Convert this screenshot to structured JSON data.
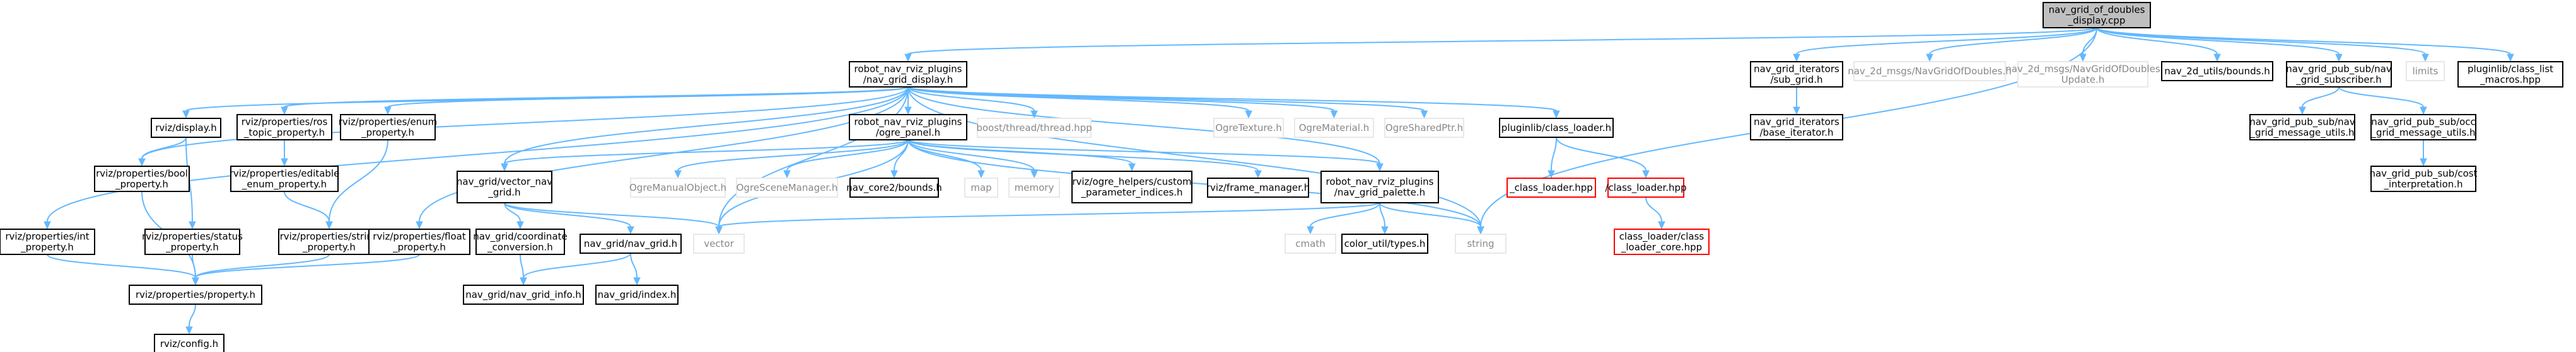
{
  "graph": {
    "nodes": [
      {
        "id": "root",
        "lines": [
          "nav_grid_of_doubles",
          "_display.cpp"
        ],
        "style": "root"
      },
      {
        "id": "nav_grid_display",
        "lines": [
          "robot_nav_rviz_plugins",
          "/nav_grid_display.h"
        ],
        "style": "normal"
      },
      {
        "id": "nav_grid_iter_sub",
        "lines": [
          "nav_grid_iterators",
          "/sub_grid.h"
        ],
        "style": "normal"
      },
      {
        "id": "navgridofdoubles",
        "lines": [
          "nav_2d_msgs/NavGridOfDoubles.h"
        ],
        "style": "missing"
      },
      {
        "id": "navgridofdoublesupdate",
        "lines": [
          "nav_2d_msgs/NavGridOfDoubles",
          "Update.h"
        ],
        "style": "missing"
      },
      {
        "id": "bounds",
        "lines": [
          "nav_2d_utils/bounds.h"
        ],
        "style": "normal"
      },
      {
        "id": "subscriber",
        "lines": [
          "nav_grid_pub_sub/nav",
          "_grid_subscriber.h"
        ],
        "style": "normal"
      },
      {
        "id": "limits",
        "lines": [
          "limits"
        ],
        "style": "missing"
      },
      {
        "id": "class_list_macros",
        "lines": [
          "pluginlib/class_list",
          "_macros.hpp"
        ],
        "style": "normal"
      },
      {
        "id": "base_iterator",
        "lines": [
          "nav_grid_iterators",
          "/base_iterator.h"
        ],
        "style": "normal"
      },
      {
        "id": "nav_grid_message_utils",
        "lines": [
          "nav_grid_pub_sub/nav",
          "_grid_message_utils.h"
        ],
        "style": "normal"
      },
      {
        "id": "occ_grid_message_utils",
        "lines": [
          "nav_grid_pub_sub/occ",
          "_grid_message_utils.h"
        ],
        "style": "normal"
      },
      {
        "id": "cost_interpretation",
        "lines": [
          "nav_grid_pub_sub/cost",
          "_interpretation.h"
        ],
        "style": "normal"
      },
      {
        "id": "display",
        "lines": [
          "rviz/display.h"
        ],
        "style": "normal"
      },
      {
        "id": "ros_topic",
        "lines": [
          "rviz/properties/ros",
          "_topic_property.h"
        ],
        "style": "normal"
      },
      {
        "id": "enum_prop",
        "lines": [
          "rviz/properties/enum",
          "_property.h"
        ],
        "style": "normal"
      },
      {
        "id": "ogre_panel",
        "lines": [
          "robot_nav_rviz_plugins",
          "/ogre_panel.h"
        ],
        "style": "normal"
      },
      {
        "id": "boost_thread",
        "lines": [
          "boost/thread/thread.hpp"
        ],
        "style": "missing"
      },
      {
        "id": "ogretexture",
        "lines": [
          "OgreTexture.h"
        ],
        "style": "missing"
      },
      {
        "id": "ogrematerial",
        "lines": [
          "OgreMaterial.h"
        ],
        "style": "missing"
      },
      {
        "id": "ogresharedptr",
        "lines": [
          "OgreSharedPtr.h"
        ],
        "style": "missing"
      },
      {
        "id": "class_loader_h",
        "lines": [
          "pluginlib/class_loader.h"
        ],
        "style": "normal"
      },
      {
        "id": "bool_prop",
        "lines": [
          "rviz/properties/bool",
          "_property.h"
        ],
        "style": "normal"
      },
      {
        "id": "editable_enum",
        "lines": [
          "rviz/properties/editable",
          "_enum_property.h"
        ],
        "style": "normal"
      },
      {
        "id": "ogremanualobject",
        "lines": [
          "OgreManualObject.h"
        ],
        "style": "missing"
      },
      {
        "id": "ogrescenemanager",
        "lines": [
          "OgreSceneManager.h"
        ],
        "style": "missing"
      },
      {
        "id": "core2d_bounds",
        "lines": [
          "nav_core2/bounds.h"
        ],
        "style": "normal"
      },
      {
        "id": "map",
        "lines": [
          "map"
        ],
        "style": "missing"
      },
      {
        "id": "memory",
        "lines": [
          "memory"
        ],
        "style": "missing"
      },
      {
        "id": "custom_param",
        "lines": [
          "rviz/ogre_helpers/custom",
          "_parameter_indices.h"
        ],
        "style": "normal"
      },
      {
        "id": "frame_manager",
        "lines": [
          "rviz/frame_manager.h"
        ],
        "style": "normal"
      },
      {
        "id": "nav_grid_palette",
        "lines": [
          "robot_nav_rviz_plugins",
          "/nav_grid_palette.h"
        ],
        "style": "normal"
      },
      {
        "id": "underscore_class_loader",
        "lines": [
          "_class_loader.hpp"
        ],
        "style": "red"
      },
      {
        "id": "slash_class_loader",
        "lines": [
          "/class_loader.hpp"
        ],
        "style": "red"
      },
      {
        "id": "vector_nav_grid",
        "lines": [
          "nav_grid/vector_nav",
          "_grid.h"
        ],
        "style": "normal"
      },
      {
        "id": "int_prop",
        "lines": [
          "rviz/properties/int",
          "_property.h"
        ],
        "style": "normal"
      },
      {
        "id": "status_prop",
        "lines": [
          "rviz/properties/status",
          "_property.h"
        ],
        "style": "normal"
      },
      {
        "id": "string_prop",
        "lines": [
          "rviz/properties/string",
          "_property.h"
        ],
        "style": "normal"
      },
      {
        "id": "float_prop",
        "lines": [
          "rviz/properties/float",
          "_property.h"
        ],
        "style": "normal"
      },
      {
        "id": "vector",
        "lines": [
          "vector"
        ],
        "style": "missing"
      },
      {
        "id": "coord_conv",
        "lines": [
          "nav_grid/coordinate",
          "_conversion.h"
        ],
        "style": "normal"
      },
      {
        "id": "nav_grid_h",
        "lines": [
          "nav_grid/nav_grid.h"
        ],
        "style": "normal"
      },
      {
        "id": "cmath",
        "lines": [
          "cmath"
        ],
        "style": "missing"
      },
      {
        "id": "color_util",
        "lines": [
          "color_util/types.h"
        ],
        "style": "normal"
      },
      {
        "id": "string",
        "lines": [
          "string"
        ],
        "style": "missing"
      },
      {
        "id": "class_loader_core",
        "lines": [
          "class_loader/class",
          "_loader_core.hpp"
        ],
        "style": "red"
      },
      {
        "id": "property_h",
        "lines": [
          "rviz/properties/property.h"
        ],
        "style": "normal"
      },
      {
        "id": "nav_grid_info",
        "lines": [
          "nav_grid/nav_grid_info.h"
        ],
        "style": "normal"
      },
      {
        "id": "index_h",
        "lines": [
          "nav_grid/index.h"
        ],
        "style": "normal"
      },
      {
        "id": "config_h",
        "lines": [
          "rviz/config.h"
        ],
        "style": "normal"
      }
    ]
  }
}
